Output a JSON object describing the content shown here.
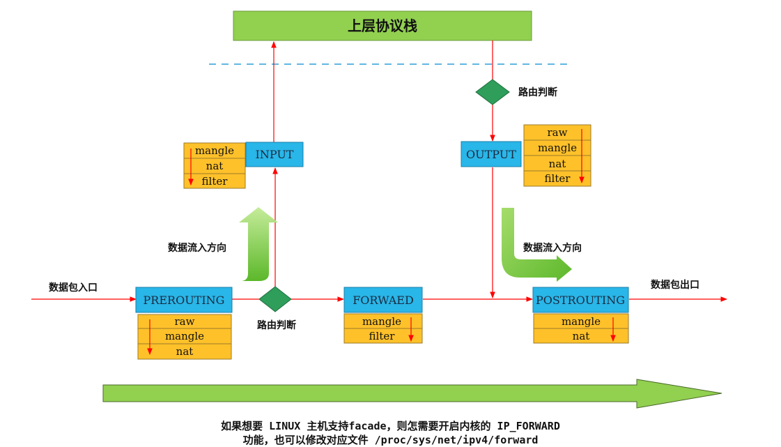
{
  "top_box": {
    "label": "上层协议栈"
  },
  "routing_decision": "路由判断",
  "chains": {
    "input": "INPUT",
    "output": "OUTPUT",
    "prerouting": "PREROUTING",
    "forward": "FORWAED",
    "postrouting": "POSTROUTING"
  },
  "tables": {
    "input": [
      "mangle",
      "nat",
      "filter"
    ],
    "output": [
      "raw",
      "mangle",
      "nat",
      "filter"
    ],
    "prerouting": [
      "raw",
      "mangle",
      "nat"
    ],
    "forward": [
      "mangle",
      "filter"
    ],
    "postrouting": [
      "mangle",
      "nat"
    ]
  },
  "labels": {
    "data_in": "数据包入口",
    "data_out": "数据包出口",
    "flow_direction": "数据流入方向"
  },
  "footer": {
    "line1": "如果想要 LINUX 主机支持facade，则怎需要开启内核的 IP_FORWARD",
    "line2": "功能，也可以修改对应文件 /proc/sys/net/ipv4/forward"
  },
  "colors": {
    "green_box": "#92d050",
    "chain_blue": "#29b6e8",
    "table_orange": "#ffc12a",
    "arrow_red": "#ff0000",
    "diamond_green": "#2e9e5a",
    "dashed_blue": "#2f9fd8"
  }
}
